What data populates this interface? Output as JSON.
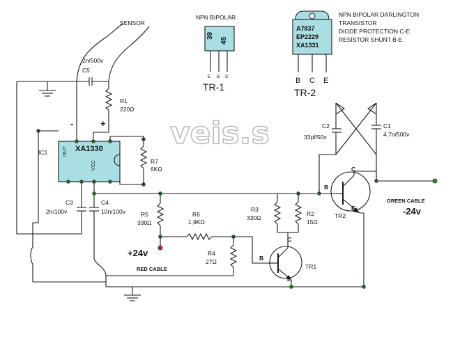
{
  "labels": {
    "sensor": "SENSOR",
    "c5": "C5",
    "c5_value": "2n/500v",
    "r1": "R1",
    "r1_value": "220Ω",
    "minus": "-",
    "plus": "+",
    "ic1": "IC1",
    "ic_name": "XA1330",
    "ic_out": "OUT",
    "ic_vcc": "VCC",
    "r7": "R7",
    "r7_value": "6KΩ",
    "c3": "C3",
    "c3_value": "2n/100v",
    "c4": "C4",
    "c4_value": "10n/100v",
    "r5": "R5",
    "r5_value": "330Ω",
    "r6": "R6",
    "r6_value": "1,9KΩ",
    "r4": "R4",
    "r4_value": "27Ω",
    "r3": "R3",
    "r3_value": "330Ω",
    "r2": "R2",
    "r2_value": "15Ω",
    "c2": "C2",
    "c2_value": "33pf/50v",
    "c1": "C1",
    "c1_value": "4,7n/500v",
    "supply_pos": "+24v",
    "red_cable": "RED CABLE",
    "green_cable": "GREEN CABLE",
    "supply_neg": "-24v",
    "tr1": "TR1",
    "tr2": "TR2",
    "pin_b": "B",
    "pin_c": "C",
    "pin_e": "E"
  },
  "watermark": "veis.s",
  "legend": {
    "tr1_heading": "NPN BIPOLAR",
    "tr1_body": [
      "39",
      "45"
    ],
    "tr1_pins": [
      "E",
      "B",
      "C"
    ],
    "tr1_name": "TR-1",
    "tr2_text": [
      "NPN BIPOLAR DARLINGTON",
      "TRANSISTOR",
      "DIODE PROTECTION C-E",
      "RESISTOR SHUNT B-E"
    ],
    "tr2_body": [
      "A7837",
      "EP2229",
      "XA1331"
    ],
    "tr2_pins": [
      "B",
      "C",
      "E"
    ],
    "tr2_name": "TR-2"
  },
  "colors": {
    "ic_fill": "#a9dfe3",
    "green_terminal": "#2a9a2a",
    "red_terminal": "#cc2a1a"
  }
}
